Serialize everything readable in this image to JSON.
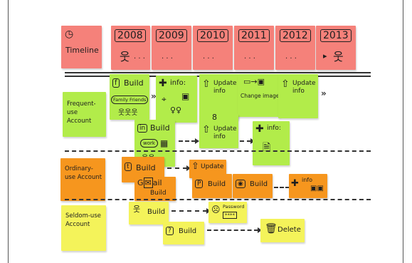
{
  "timeline": {
    "label": "Timeline",
    "years": [
      "2008",
      "2009",
      "2010",
      "2011",
      "2012",
      "2013"
    ],
    "ellipsis": ". . ."
  },
  "rows": {
    "frequent": "Frequent-use Account",
    "ordinary": "Ordinary-use Account",
    "seldom": "Seldom-use Account"
  },
  "frequent_notes": {
    "n1_build": "Build",
    "n1_people": "Family Friends",
    "n2_info": "info:",
    "n3_update": "Update info",
    "n4_change": "Change image",
    "n5_update": "Update info",
    "n6_build": "Build",
    "n6_work": "work",
    "n7_update": "Update info",
    "n8_info": "info:"
  },
  "ordinary_notes": {
    "n1_build": "Build",
    "n2_build": "Build",
    "n3_update": "Update",
    "n4_build": "Build",
    "n5_build": "Build",
    "n6_info": "info"
  },
  "seldom_notes": {
    "n1_build": "Build",
    "n2_password": "Password",
    "n3_build": "Build",
    "n4_delete": "Delete"
  },
  "colors": {
    "timeline": "#f5817a",
    "frequent": "#b2ec4a",
    "ordinary": "#f6961e",
    "seldom": "#f4f35a"
  }
}
